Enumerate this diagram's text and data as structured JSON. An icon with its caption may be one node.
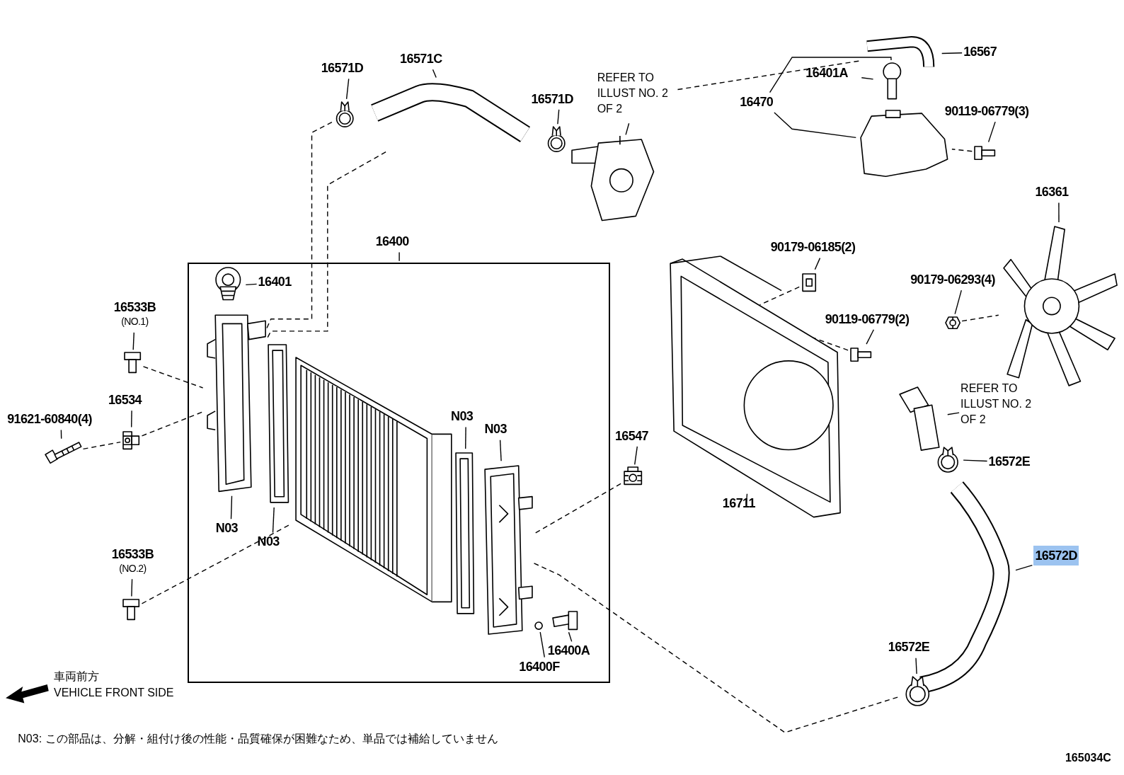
{
  "diagram": {
    "nodes": [
      {
        "text": [
          "16571D"
        ]
      },
      {
        "text": [],
        "shape": "picture"
      },
      {
        "text": [
          "16571C"
        ]
      },
      {
        "text": [],
        "shape": "picture"
      },
      {
        "text": [
          "16571D"
        ]
      },
      {
        "text": [],
        "shape": "picture"
      },
      {
        "text": [
          "REFER TO ILLUST NO. 2 OF 2"
        ]
      },
      {
        "text": [],
        "shape": "picture"
      },
      {
        "text": [
          "16567"
        ]
      },
      {
        "text": [],
        "shape": "picture"
      },
      {
        "text": [
          "16401A"
        ]
      },
      {
        "text": [],
        "shape": "picture"
      },
      {
        "text": [
          "16470"
        ]
      },
      {
        "text": [],
        "shape": "picture"
      },
      {
        "text": [
          "90119-06779(3)"
        ]
      },
      {
        "text": [],
        "shape": "picture"
      },
      {
        "text": [
          "16361"
        ]
      },
      {
        "text": [],
        "shape": "picture"
      },
      {
        "text": [
          "90179-06293(4)"
        ]
      },
      {
        "text": [],
        "shape": "picture"
      },
      {
        "text": [
          "90179-06185(2)"
        ]
      },
      {
        "text": [],
        "shape": "picture"
      },
      {
        "text": [
          "90119-06779(2)"
        ]
      },
      {
        "text": [],
        "shape": "picture"
      },
      {
        "text": [],
        "shape": "picture"
      },
      {
        "text": [
          "16711"
        ]
      },
      {
        "text": [],
        "shape": "picture"
      },
      {
        "text": [
          "REFER TO ILLUST NO. 2 OF 2"
        ]
      },
      {
        "text": [],
        "shape": "picture"
      },
      {
        "text": [
          "16572E"
        ]
      },
      {
        "text": [],
        "shape": "picture"
      },
      {
        "text": [
          "16572D"
        ]
      },
      {
        "text": [
          "16572E"
        ]
      },
      {
        "text": [],
        "shape": "picture"
      },
      {
        "text": [
          "16400"
        ]
      },
      {
        "text": [],
        "shape": "box"
      },
      {
        "text": [
          "16401"
        ],
        "in": 35
      },
      {
        "text": [],
        "shape": "picture",
        "in": 35
      },
      {
        "text": [],
        "shape": "picture",
        "in": 35
      },
      {
        "text": [
          "N03"
        ],
        "in": 35
      },
      {
        "text": [],
        "shape": "picture",
        "in": 35
      },
      {
        "text": [
          "N03"
        ],
        "in": 35
      },
      {
        "text": [],
        "shape": "picture",
        "in": 35
      },
      {
        "text": [
          "N03"
        ],
        "in": 35
      },
      {
        "text": [],
        "shape": "picture",
        "in": 35
      },
      {
        "text": [
          "N03"
        ],
        "in": 35
      },
      {
        "text": [],
        "shape": "picture",
        "in": 35
      },
      {
        "text": [],
        "shape": "circle",
        "in": 35
      },
      {
        "text": [
          "16400F"
        ],
        "in": 35
      },
      {
        "text": [],
        "shape": "picture",
        "in": 35
      },
      {
        "text": [
          "16400A"
        ],
        "in": 35
      },
      {
        "text": [
          "16533B",
          "(NO.1)"
        ]
      },
      {
        "text": [],
        "shape": "picture"
      },
      {
        "text": [
          "16534"
        ]
      },
      {
        "text": [],
        "shape": "picture"
      },
      {
        "text": [
          "91621-60840(4)"
        ]
      },
      {
        "text": [],
        "shape": "picture"
      },
      {
        "text": [
          "16533B",
          "(NO.2)"
        ]
      },
      {
        "text": [],
        "shape": "picture"
      },
      {
        "text": [
          "16547"
        ]
      },
      {
        "text": [],
        "shape": "picture"
      }
    ],
    "edges": [
      {
        "from": 0,
        "to": 1,
        "arrow": "none"
      },
      {
        "from": 2,
        "to": 3,
        "arrow": "none"
      },
      {
        "from": 4,
        "to": 5,
        "arrow": "none"
      },
      {
        "from": 6,
        "to": 7,
        "arrow": "none"
      },
      {
        "from": 8,
        "to": 9,
        "arrow": "none"
      },
      {
        "from": 10,
        "to": 11,
        "arrow": "none"
      },
      {
        "from": 12,
        "to": 11,
        "arrow": "none"
      },
      {
        "from": 12,
        "to": 13,
        "arrow": "none"
      },
      {
        "from": 14,
        "to": 15,
        "arrow": "none"
      },
      {
        "from": 16,
        "to": 17,
        "arrow": "none"
      },
      {
        "from": 18,
        "to": 19,
        "arrow": "none"
      },
      {
        "from": 20,
        "to": 21,
        "arrow": "none"
      },
      {
        "from": 22,
        "to": 23,
        "arrow": "none"
      },
      {
        "from": 25,
        "to": 24,
        "arrow": "none"
      },
      {
        "from": 27,
        "to": 26,
        "arrow": "none"
      },
      {
        "from": 29,
        "to": 28,
        "arrow": "none"
      },
      {
        "from": 31,
        "to": 30,
        "arrow": "none"
      },
      {
        "from": 32,
        "to": 33,
        "arrow": "none"
      },
      {
        "from": 34,
        "to": 35,
        "arrow": "none"
      },
      {
        "from": 36,
        "to": 37,
        "arrow": "none"
      },
      {
        "from": 39,
        "to": 38,
        "arrow": "none"
      },
      {
        "from": 41,
        "to": 40,
        "arrow": "none"
      },
      {
        "from": 43,
        "to": 44,
        "arrow": "none"
      },
      {
        "from": 45,
        "to": 46,
        "arrow": "none"
      },
      {
        "from": 48,
        "to": 47,
        "arrow": "none"
      },
      {
        "from": 50,
        "to": 49,
        "arrow": "none"
      },
      {
        "from": 51,
        "to": 52,
        "arrow": "none"
      },
      {
        "from": 53,
        "to": 54,
        "arrow": "none"
      },
      {
        "from": 55,
        "to": 56,
        "arrow": "none"
      },
      {
        "from": 57,
        "to": 58,
        "arrow": "none"
      },
      {
        "from": 59,
        "to": 60,
        "arrow": "none"
      },
      {
        "from": 1,
        "to": 38,
        "arrow": "none",
        "style": "dashed"
      },
      {
        "from": 3,
        "to": 38,
        "arrow": "none",
        "style": "dashed"
      },
      {
        "from": 9,
        "to": 6,
        "arrow": "none",
        "style": "dashed"
      },
      {
        "from": 15,
        "to": 13,
        "arrow": "none",
        "style": "dashed"
      },
      {
        "from": 19,
        "to": 17,
        "arrow": "none",
        "style": "dashed"
      },
      {
        "from": 21,
        "to": 24,
        "arrow": "none",
        "style": "dashed"
      },
      {
        "from": 23,
        "to": 24,
        "arrow": "none",
        "style": "dashed"
      },
      {
        "from": 52,
        "to": 38,
        "arrow": "none",
        "style": "dashed"
      },
      {
        "from": 56,
        "to": 54,
        "arrow": "none",
        "style": "dashed"
      },
      {
        "from": 54,
        "to": 38,
        "arrow": "none",
        "style": "dashed"
      },
      {
        "from": 58,
        "to": 42,
        "arrow": "none",
        "style": "dashed"
      },
      {
        "from": 60,
        "to": 46,
        "arrow": "none",
        "style": "dashed"
      },
      {
        "from": 46,
        "to": 33,
        "arrow": "none",
        "style": "dashed"
      }
    ],
    "labels": [
      "車両前方",
      "VEHICLE FRONT SIDE",
      "N03: この部品は、分解・組付け後の性能・品質確保が困難なため、単品では補給していません",
      "165034C"
    ]
  }
}
